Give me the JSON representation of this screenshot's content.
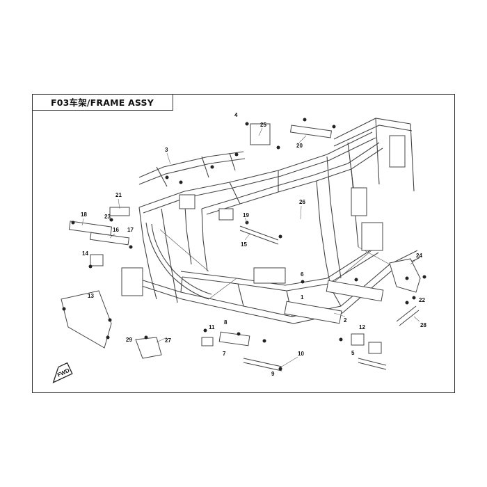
{
  "title": "F03车架/FRAME ASSY",
  "fwd_label": "FWD",
  "callouts": [
    "1",
    "2",
    "3",
    "4",
    "5",
    "6",
    "7",
    "8",
    "9",
    "10",
    "11",
    "12",
    "13",
    "14",
    "15",
    "16",
    "17",
    "18",
    "19",
    "20",
    "21",
    "22",
    "23",
    "24",
    "25",
    "26",
    "27",
    "28",
    "29"
  ]
}
